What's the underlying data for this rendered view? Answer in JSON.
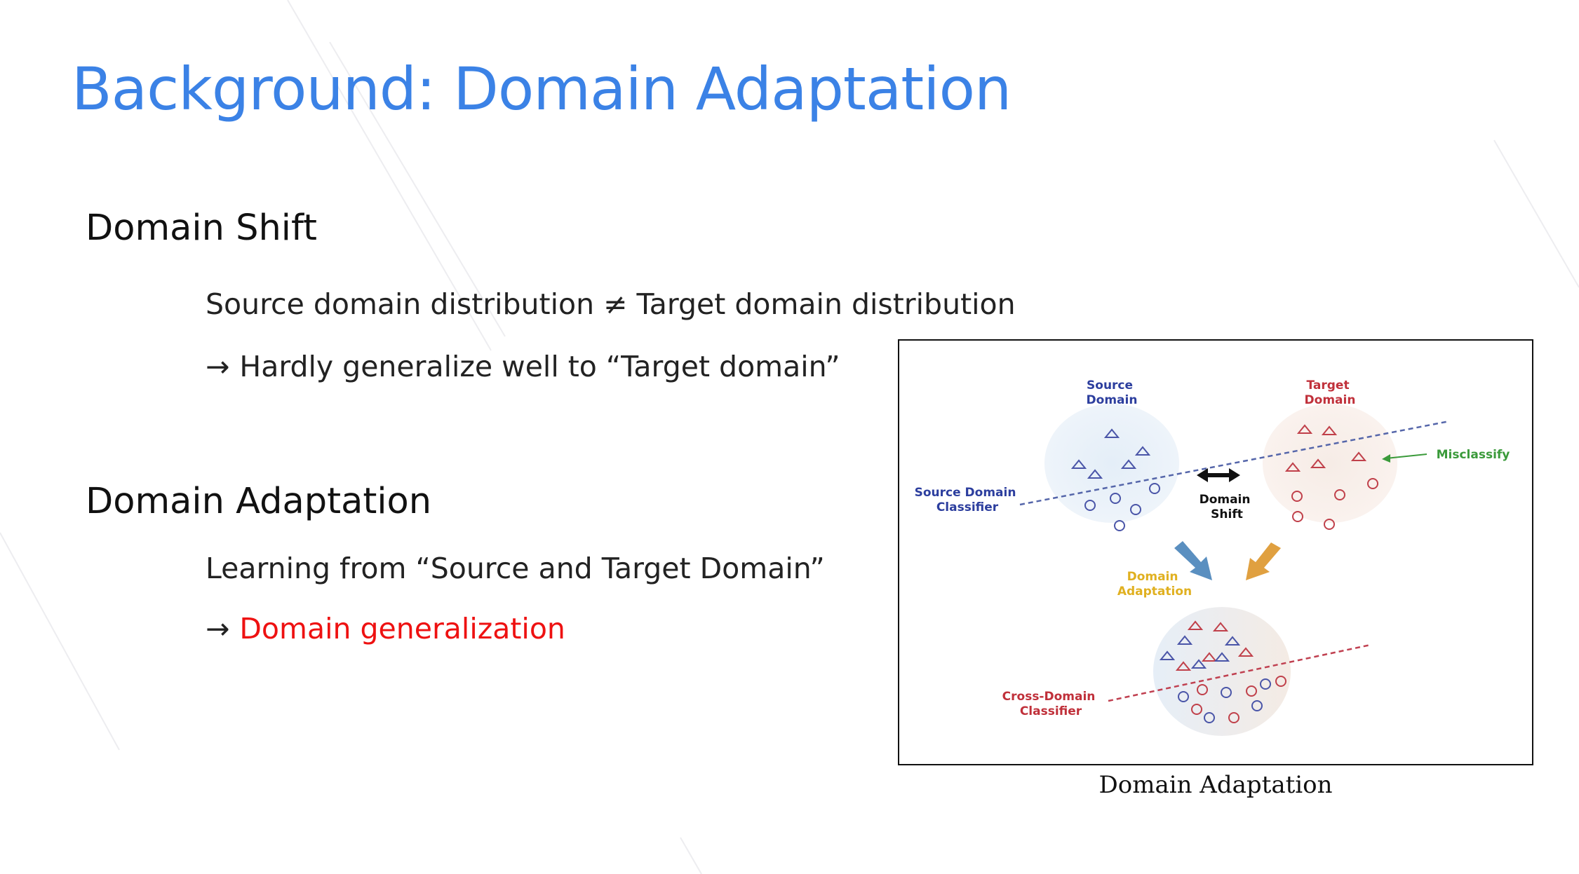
{
  "slide": {
    "title": "Background: Domain Adaptation",
    "sections": [
      {
        "heading": "Domain Shift",
        "lines": [
          {
            "text": "Source domain distribution ≠ Target domain distribution"
          },
          {
            "arrow": "→",
            "text": "Hardly generalize well to “Target domain”"
          }
        ]
      },
      {
        "heading": "Domain Adaptation",
        "lines": [
          {
            "text": "Learning from “Source and Target Domain”"
          },
          {
            "arrow": "→",
            "text": "Domain generalization"
          }
        ]
      }
    ]
  },
  "figure": {
    "caption": "Domain Adaptation",
    "labels": {
      "source_domain": [
        "Source",
        "Domain"
      ],
      "target_domain": [
        "Target",
        "Domain"
      ],
      "source_classifier": [
        "Source Domain",
        "Classifier"
      ],
      "domain_shift": [
        "Domain",
        "Shift"
      ],
      "misclassify": "Misclassify",
      "domain_adaptation": [
        "Domain",
        "Adaptation"
      ],
      "cross_domain_classifier": [
        "Cross-Domain",
        "Classifier"
      ]
    },
    "colors": {
      "title": "#3b82e6",
      "accent": "#ee1111",
      "source": "#2c3e9e",
      "target": "#c0303a",
      "misclassify": "#3a9a3a",
      "adaptation_label": "#e0b020",
      "arrow_blue": "#5a8fc0",
      "arrow_orange": "#e0a040"
    }
  }
}
